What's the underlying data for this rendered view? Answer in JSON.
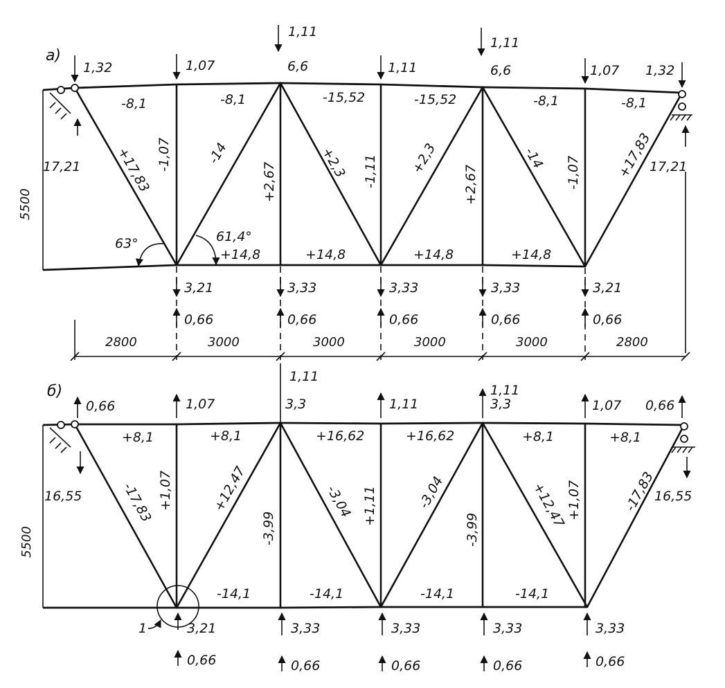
{
  "diagram_a": {
    "label": "а)",
    "top_loads": [
      "1,32",
      "1,07",
      "6,6",
      "1,11",
      "6,6",
      "1,07",
      "1,32"
    ],
    "extra_top_loads": [
      "1,11",
      "1,11"
    ],
    "top_chord": [
      "-8,1",
      "-8,1",
      "-15,52",
      "-15,52",
      "-8,1",
      "-8,1"
    ],
    "diagonals": [
      "+17,83",
      "-14",
      "+2,3",
      "+2,3",
      "-14",
      "+17,83"
    ],
    "verticals": [
      "-1,07",
      "+2,67",
      "-1,11",
      "+2,67",
      "-1,07"
    ],
    "bottom_chord": [
      "+14,8",
      "+14,8",
      "+14,8",
      "+14,8"
    ],
    "bottom_loads_down": [
      "3,21",
      "3,33",
      "3,33",
      "3,33",
      "3,21"
    ],
    "bottom_loads_up": [
      "0,66",
      "0,66",
      "0,66",
      "0,66",
      "0,66"
    ],
    "reactions": [
      "17,21",
      "17,21"
    ],
    "angles": [
      "63°",
      "61,4°"
    ],
    "height": "5500"
  },
  "dimensions": [
    "2800",
    "3000",
    "3000",
    "3000",
    "3000",
    "2800"
  ],
  "diagram_b": {
    "label": "б)",
    "top_loads": [
      "0,66",
      "1,07",
      "3,3",
      "1,11",
      "3,3",
      "1,07",
      "0,66"
    ],
    "extra_top_loads": [
      "1,11",
      "1,11"
    ],
    "top_chord": [
      "+8,1",
      "+8,1",
      "+16,62",
      "+16,62",
      "+8,1",
      "+8,1"
    ],
    "diagonals": [
      "-17,83",
      "+12,47",
      "-3,04",
      "-3,04",
      "+12,47",
      "-17,83"
    ],
    "verticals": [
      "+1,07",
      "-3,99",
      "+1,11",
      "-3,99",
      "+1,07"
    ],
    "bottom_chord": [
      "-14,1",
      "-14,1",
      "-14,1",
      "-14,1"
    ],
    "bottom_loads_a": [
      "3,21",
      "3,33",
      "3,33",
      "3,33",
      "3,33"
    ],
    "bottom_loads_b": [
      "0,66",
      "0,66",
      "0,66",
      "0,66",
      "0,66"
    ],
    "reactions": [
      "16,55",
      "16,55"
    ],
    "node_label": "1",
    "height": "5500"
  }
}
